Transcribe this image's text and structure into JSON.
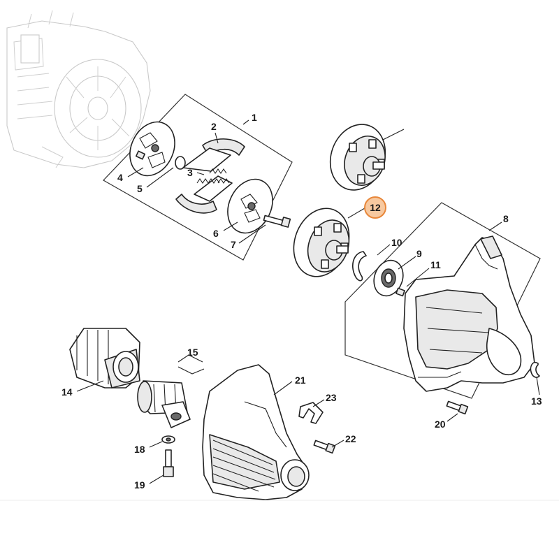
{
  "diagram": {
    "callouts": [
      {
        "id": "c1",
        "text": "1"
      },
      {
        "id": "c2",
        "text": "2"
      },
      {
        "id": "c3",
        "text": "3"
      },
      {
        "id": "c4",
        "text": "4"
      },
      {
        "id": "c5",
        "text": "5"
      },
      {
        "id": "c6",
        "text": "6"
      },
      {
        "id": "c7",
        "text": "7"
      },
      {
        "id": "c8",
        "text": "8"
      },
      {
        "id": "c9",
        "text": "9"
      },
      {
        "id": "c10",
        "text": "10"
      },
      {
        "id": "c11",
        "text": "11"
      },
      {
        "id": "c12",
        "text": "12",
        "highlighted": true
      },
      {
        "id": "c13",
        "text": "13"
      },
      {
        "id": "c14",
        "text": "14"
      },
      {
        "id": "c15",
        "text": "15"
      },
      {
        "id": "c18",
        "text": "18"
      },
      {
        "id": "c19",
        "text": "19"
      },
      {
        "id": "c20",
        "text": "20"
      },
      {
        "id": "c21",
        "text": "21"
      },
      {
        "id": "c22",
        "text": "22"
      },
      {
        "id": "c23",
        "text": "23"
      }
    ],
    "highlight_fill": "#f7c9a0",
    "highlight_stroke": "#e8873a"
  }
}
